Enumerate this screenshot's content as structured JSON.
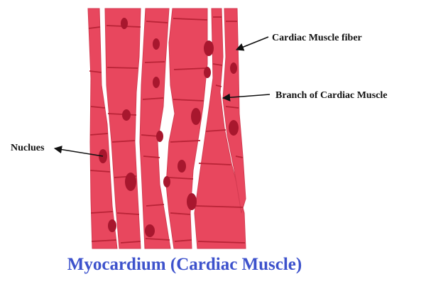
{
  "title": "Myocardium (Cardiac Muscle)",
  "labels": {
    "fiber": "Cardiac Muscle fiber",
    "branch": "Branch of Cardiac Muscle",
    "nucleus": "Nuclues"
  },
  "colors": {
    "fiber": "#e8475e",
    "fiber_stroke": "#d33a50",
    "nucleus": "#a8172e",
    "disc": "#b82336",
    "arrow": "#111111",
    "title": "#3d52cc"
  }
}
